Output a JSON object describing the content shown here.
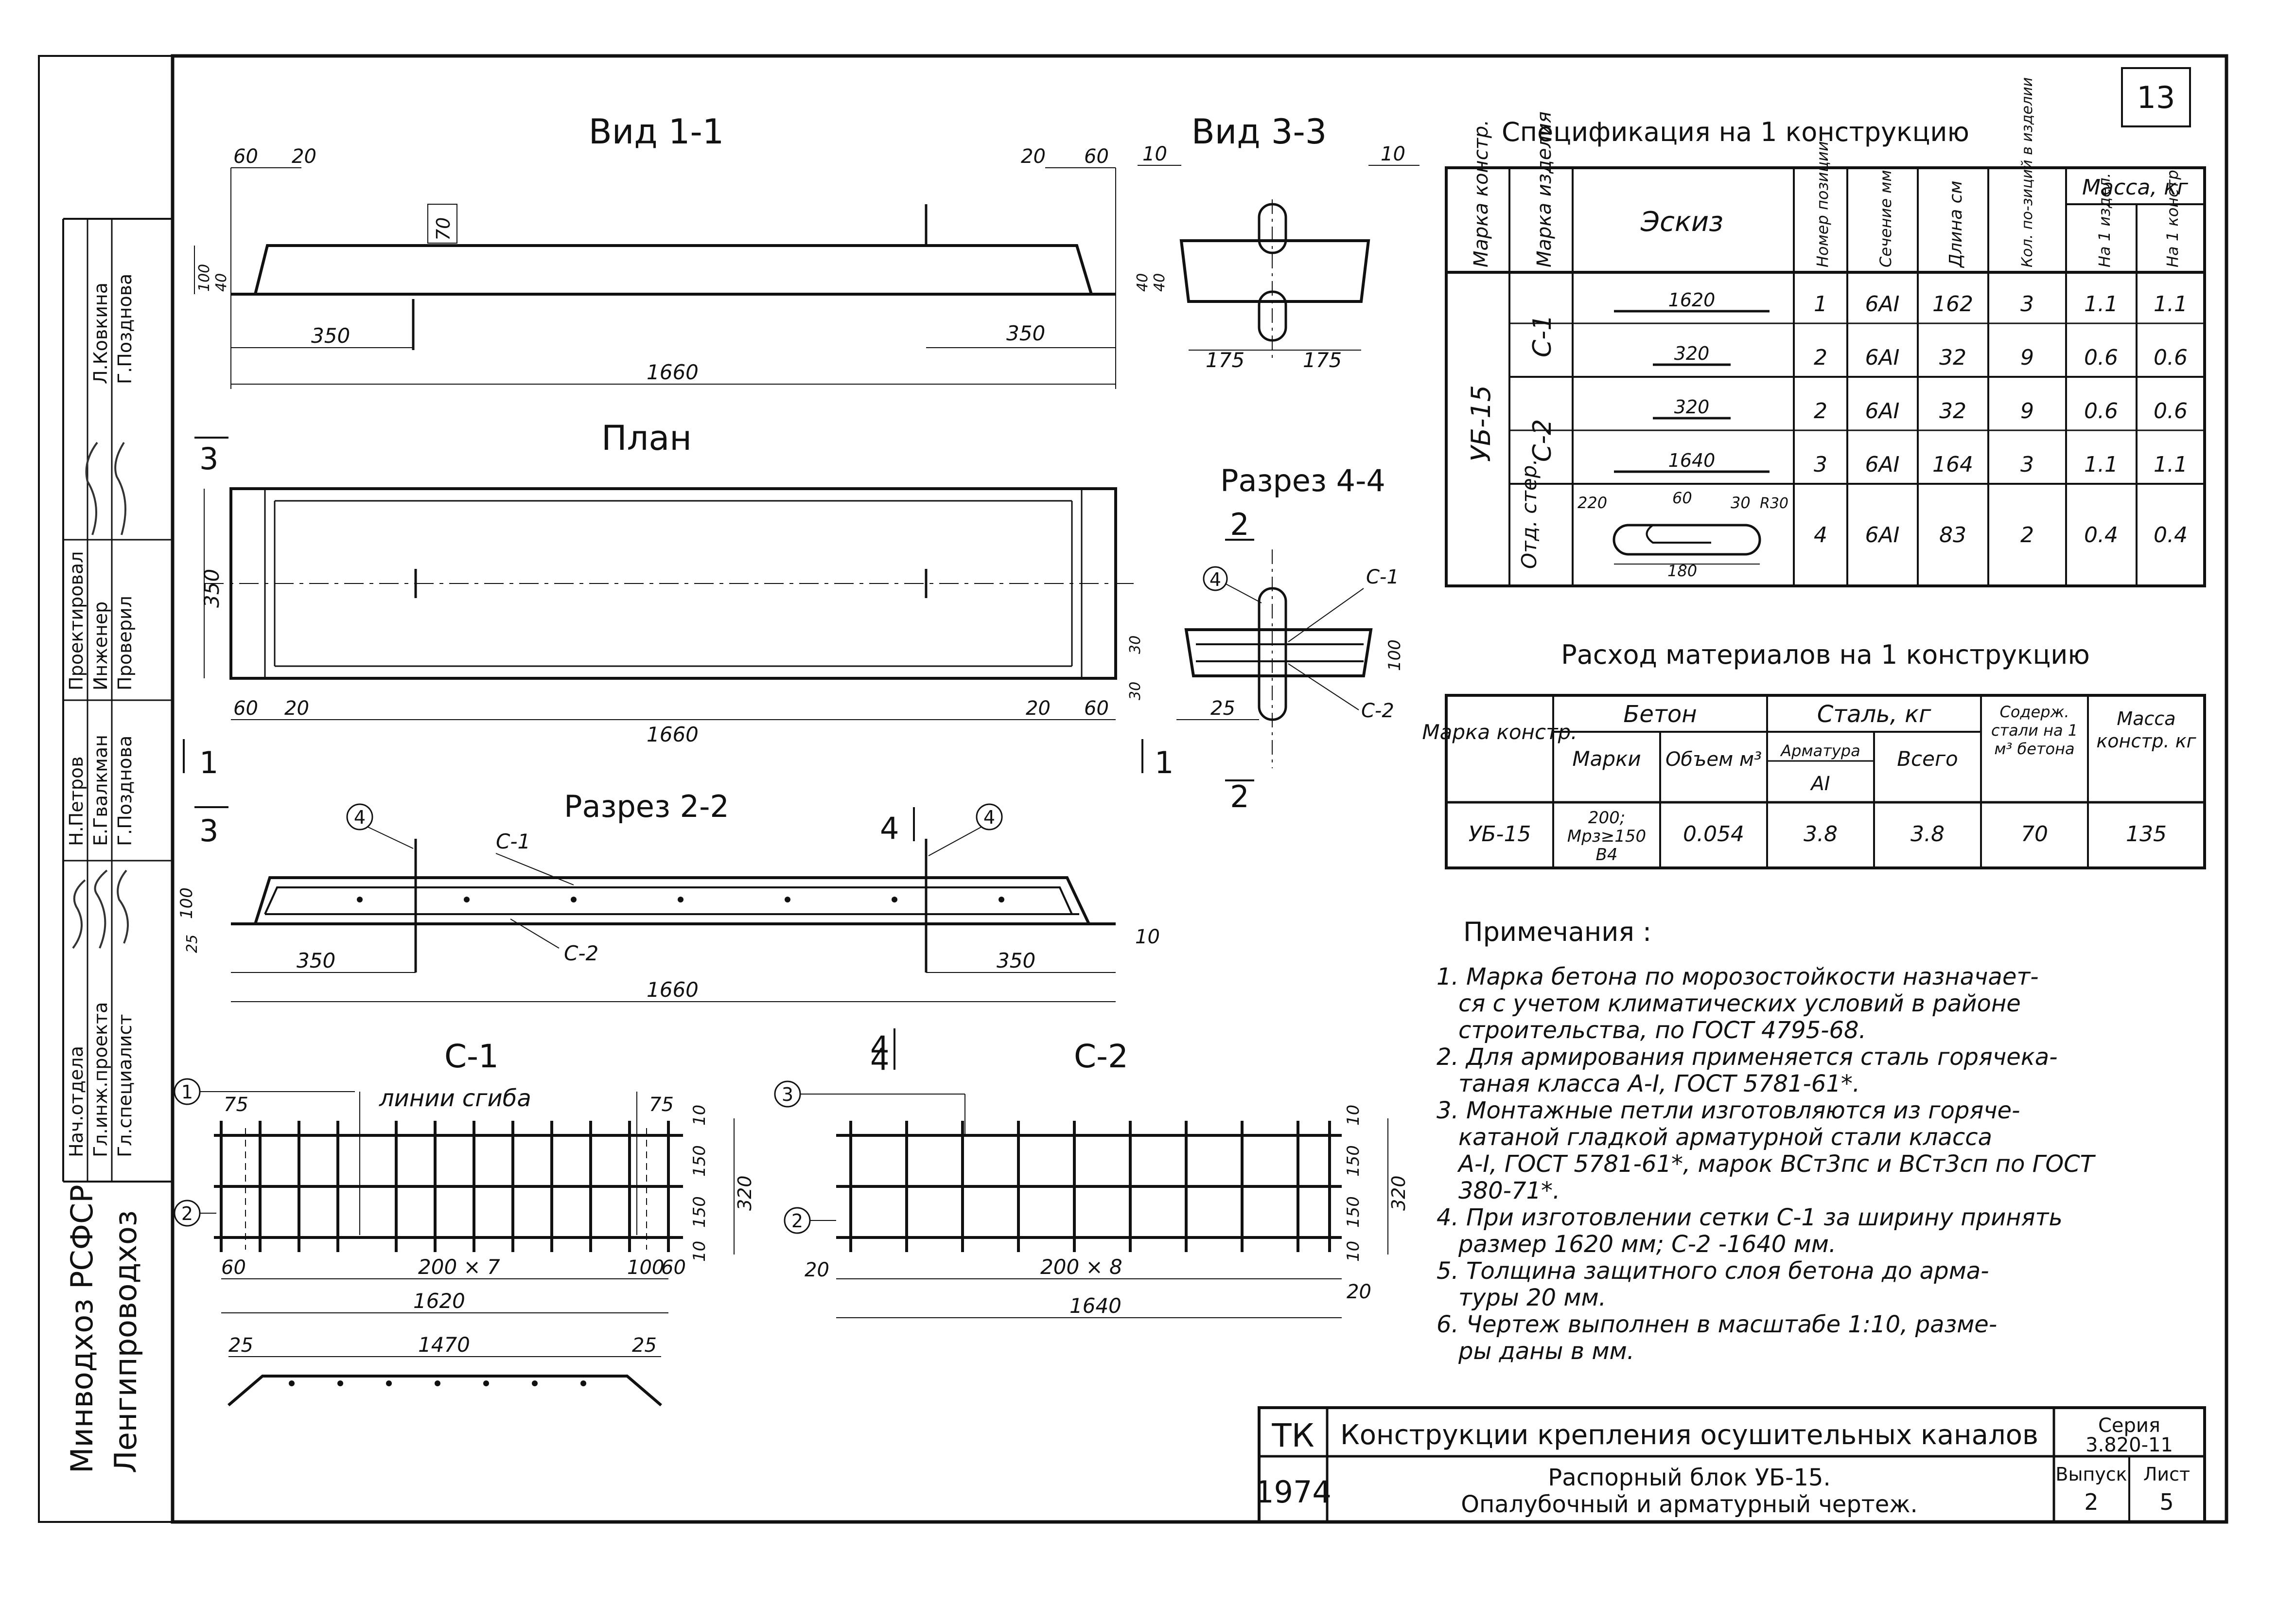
{
  "page_number": "13",
  "views": {
    "vid11": {
      "title": "Вид 1-1",
      "dims": [
        "60",
        "20",
        "20",
        "60",
        "70",
        "100",
        "40",
        "350",
        "350",
        "1660"
      ]
    },
    "vid33": {
      "title": "Вид 3-3",
      "dims": [
        "10",
        "10",
        "40",
        "40",
        "175",
        "175"
      ]
    },
    "plan": {
      "title": "План",
      "dims": [
        "350",
        "60",
        "20",
        "20",
        "60",
        "1660"
      ],
      "markers": [
        "3",
        "1",
        "1"
      ]
    },
    "razrez44": {
      "title": "Разрез 4-4",
      "labels": [
        "С-1",
        "С-2"
      ],
      "dims": [
        "30",
        "30",
        "100",
        "25"
      ],
      "markers": [
        "2",
        "2"
      ],
      "pos": "4"
    },
    "razrez22": {
      "title": "Разрез 2-2",
      "labels": [
        "С-1",
        "С-2"
      ],
      "dims": [
        "100",
        "25",
        "350",
        "350",
        "1660",
        "10"
      ],
      "markers": [
        "3",
        "4",
        "4"
      ],
      "pos": "4"
    },
    "c1": {
      "title": "С-1",
      "note": "линии сгиба",
      "dims": [
        "75",
        "75",
        "10",
        "150",
        "150",
        "10",
        "320",
        "60",
        "200 × 7",
        "100",
        "60",
        "1620",
        "25",
        "1470",
        "25"
      ],
      "positions": [
        "1",
        "2"
      ]
    },
    "c2": {
      "title": "С-2",
      "dims": [
        "10",
        "150",
        "150",
        "10",
        "320",
        "20",
        "200 × 8",
        "20",
        "1640"
      ],
      "positions": [
        "3",
        "2"
      ],
      "marker": "4"
    }
  },
  "spec": {
    "title": "Спецификация на 1 конструкцию",
    "headers": {
      "marka_konstr": "Марка констр.",
      "marka_izd": "Марка изделия",
      "eskiz": "Эскиз",
      "nomer_poz": "Номер позиции",
      "sechenie": "Сечение мм",
      "dlina": "Длина см",
      "kol": "Кол. по-зиций в изделии",
      "massa": "Масса, кг",
      "na1izd": "На 1 издел.",
      "na1konstr": "На 1 констр."
    },
    "marka": "УБ-15",
    "izd_c1": "С-1",
    "izd_c2": "С-2",
    "izd_otd": "Отд. стер.",
    "rows": [
      {
        "sketch": "1620",
        "pos": "1",
        "sec": "6AI",
        "len": "162",
        "qty": "3",
        "m1": "1.1",
        "m2": "1.1"
      },
      {
        "sketch": "320",
        "pos": "2",
        "sec": "6AI",
        "len": "32",
        "qty": "9",
        "m1": "0.6",
        "m2": "0.6"
      },
      {
        "sketch": "320",
        "pos": "2",
        "sec": "6AI",
        "len": "32",
        "qty": "9",
        "m1": "0.6",
        "m2": "0.6"
      },
      {
        "sketch": "1640",
        "pos": "3",
        "sec": "6AI",
        "len": "164",
        "qty": "3",
        "m1": "1.1",
        "m2": "1.1"
      },
      {
        "sketch": "",
        "pos": "4",
        "sec": "6AI",
        "len": "83",
        "qty": "2",
        "m1": "0.4",
        "m2": "0.4"
      }
    ],
    "loop_dims": [
      "220",
      "60",
      "30",
      "R30",
      "180"
    ]
  },
  "materials": {
    "title": "Расход материалов на 1 конструкцию",
    "headers": {
      "marka": "Марка констр.",
      "beton": "Бетон",
      "marki": "Марки",
      "obem": "Объем м³",
      "stal": "Сталь, кг",
      "armatura": "Арматура",
      "ai": "AI",
      "vsego": "Всего",
      "soderzh": "Содерж. стали на 1 м³ бетона",
      "massa": "Масса констр. кг"
    },
    "row": {
      "marka": "УБ-15",
      "marki": "200; Мрз≥150 В4",
      "obem": "0.054",
      "arm": "3.8",
      "vsego": "3.8",
      "soderzh": "70",
      "massa": "135"
    }
  },
  "notes": {
    "title": "Примечания :",
    "items": [
      "1. Марка бетона по морозостойкости назначает-",
      "ся с учетом климатических условий в районе",
      "строительства, по ГОСТ 4795-68.",
      "2. Для армирования применяется сталь горячека-",
      "таная класса А-I, ГОСТ 5781-61*.",
      "3. Монтажные петли изготовляются из горяче-",
      "катаной гладкой арматурной стали класса",
      "А-I, ГОСТ 5781-61*, марок ВСт3пс и ВСт3сп по ГОСТ",
      "380-71*.",
      "4. При изготовлении сетки С-1 за ширину принять",
      "размер 1620 мм; С-2 -1640 мм.",
      "5. Толщина защитного слоя бетона до арма-",
      "туры 20 мм.",
      "6. Чертеж выполнен в масштабе 1:10, разме-",
      "ры даны в мм."
    ]
  },
  "title_block": {
    "tk": "ТК",
    "year": "1974",
    "main_title": "Конструкции крепления осушительных каналов",
    "seria_label": "Серия",
    "seria": "3.820-11",
    "sub1": "Распорный блок УБ-15.",
    "sub2": "Опалубочный и арматурный чертеж.",
    "vypusk_label": "Выпуск",
    "vypusk": "2",
    "list_label": "Лист",
    "list": "5"
  },
  "stamp": {
    "org1": "Минводхоз РСФСР",
    "org2": "Ленгипроводхоз",
    "roles": [
      "Нач.отдела",
      "Гл.инж.проекта",
      "Гл.специалист",
      "Н.Петров",
      "Е.Гвалкман",
      "Г.Позднова",
      "Проектировал",
      "Инженер",
      "Проверил",
      "Л.Ковкина",
      "Г.Позднова"
    ]
  }
}
